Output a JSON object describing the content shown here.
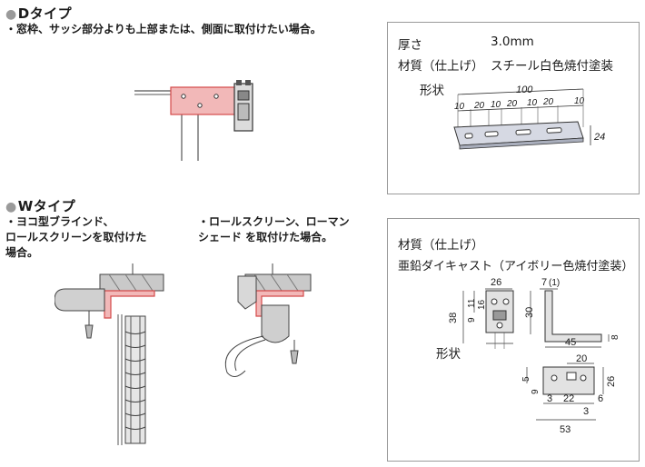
{
  "d_type": {
    "title": "Dタイプ",
    "note": "・窓枠、サッシ部分よりも上部または、側面に取付けたい場合。"
  },
  "w_type": {
    "title": "Wタイプ",
    "note_blinds": [
      "・ヨコ型ブラインド、",
      "ロールスクリーンを取付けた",
      "場合。"
    ],
    "note_roll": [
      "・ロールスクリーン、ローマン",
      "シェード を取付けた場合。"
    ]
  },
  "spec_plate": {
    "thickness_label": "厚さ",
    "thickness_value": "3.0mm",
    "material_label": "材質（仕上げ）",
    "material_value": "スチール白色焼付塗装",
    "shape_label": "形状",
    "dims": {
      "total": "100",
      "segments": [
        "10",
        "20",
        "10",
        "20",
        "10",
        "20",
        "10"
      ],
      "height": "24"
    }
  },
  "spec_bracket": {
    "material_label": "材質（仕上げ）",
    "material_value": "亜鉛ダイキャスト（アイボリー色焼付塗装）",
    "shape_label": "形状",
    "dims": {
      "d26": "26",
      "d7": "7",
      "d1": "(1)",
      "d11": "11",
      "d9": "9",
      "d16": "16",
      "d38": "38",
      "d30": "30",
      "d8": "8",
      "d45": "45",
      "d20": "20",
      "d5": "5",
      "d9b": "9",
      "d26b": "26",
      "d3a": "3",
      "d22": "22",
      "d6": "6",
      "d3b": "3",
      "d53": "53"
    }
  },
  "colors": {
    "bracket_pink": "#f2b8b8",
    "bracket_edge": "#d44a4a",
    "grey_part": "#c9c9c9",
    "dark": "#333333"
  }
}
